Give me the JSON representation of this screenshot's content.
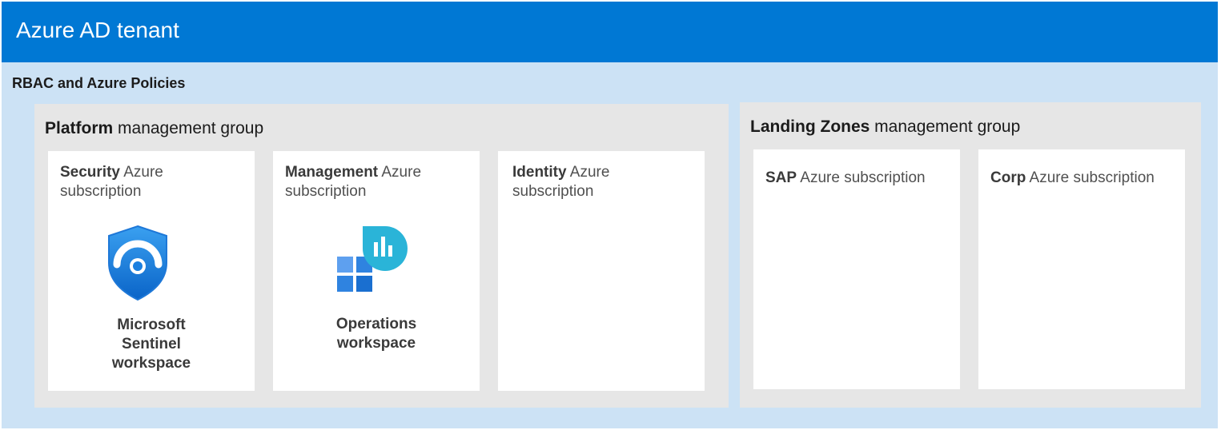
{
  "tenant": {
    "title": "Azure AD tenant"
  },
  "rbac_label": "RBAC and Azure Policies",
  "platform": {
    "title_bold": "Platform",
    "title_rest": " management group",
    "subscriptions": [
      {
        "name": "Security",
        "rest": " Azure subscription",
        "workspace": [
          "Microsoft",
          "Sentinel",
          "workspace"
        ],
        "icon": "microsoft-sentinel-icon"
      },
      {
        "name": "Management",
        "rest": " Azure subscription",
        "workspace": [
          "Operations",
          "workspace"
        ],
        "icon": "log-analytics-workspace-icon"
      },
      {
        "name": "Identity",
        "rest": " Azure subscription"
      }
    ]
  },
  "landing_zones": {
    "title_bold": "Landing Zones",
    "title_rest": " management group",
    "subscriptions": [
      {
        "name": "SAP",
        "rest": " Azure subscription"
      },
      {
        "name": "Corp",
        "rest": " Azure subscription"
      }
    ]
  },
  "colors": {
    "header": "#0078d4",
    "tenant_bg": "#cce2f5",
    "group_bg": "#e6e6e6",
    "card_bg": "#ffffff"
  }
}
